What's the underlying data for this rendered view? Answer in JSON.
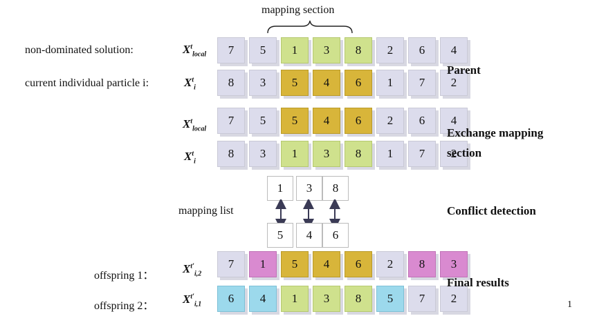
{
  "header": {
    "mapping_section": "mapping section"
  },
  "labels": {
    "non_dominated": "non-dominated solution:",
    "current_particle": "current individual particle i:",
    "mapping_list": "mapping list",
    "offspring1": "offspring 1：",
    "offspring2": "offspring 2："
  },
  "symbols": {
    "x_local": "X",
    "x_local_sup": "t",
    "x_local_sub": "local",
    "x_i": "X",
    "x_i_sup": "t",
    "x_i_sub": "i",
    "x_i2": "X",
    "x_i2_sup": "t′",
    "x_i2_sub": "i,2",
    "x_i1": "X",
    "x_i1_sup": "t′",
    "x_i1_sub": "i,1"
  },
  "rows": {
    "parent_local": [
      "7",
      "5",
      "1",
      "3",
      "8",
      "2",
      "6",
      "4"
    ],
    "parent_i": [
      "8",
      "3",
      "5",
      "4",
      "6",
      "1",
      "7",
      "2"
    ],
    "exch_local": [
      "7",
      "5",
      "5",
      "4",
      "6",
      "2",
      "6",
      "4"
    ],
    "exch_i": [
      "8",
      "3",
      "1",
      "3",
      "8",
      "1",
      "7",
      "2"
    ],
    "off1": [
      "7",
      "1",
      "5",
      "4",
      "6",
      "2",
      "8",
      "3"
    ],
    "off2": [
      "6",
      "4",
      "1",
      "3",
      "8",
      "5",
      "7",
      "2"
    ]
  },
  "mapping_list": {
    "top": [
      "1",
      "3",
      "8"
    ],
    "bottom": [
      "5",
      "4",
      "6"
    ]
  },
  "side_labels": {
    "parent": "Parent",
    "exchange_line1": "Exchange mapping",
    "exchange_line2": "section",
    "conflict": "Conflict detection",
    "final": "Final results"
  },
  "page_number": "1",
  "colors": {
    "lavender": "#dcdcec",
    "green": "#cfe18d",
    "gold": "#d8b53a",
    "pink": "#d98ad0",
    "cyan": "#9cd9ec"
  }
}
